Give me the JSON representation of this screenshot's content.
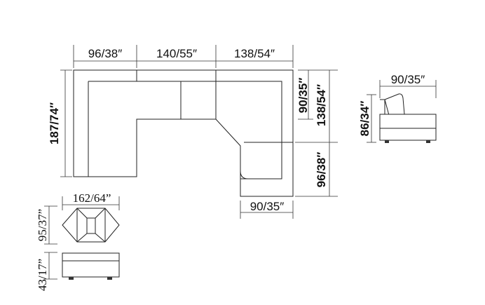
{
  "sectional": {
    "top_dims": [
      "96/38″",
      "140/55″",
      "138/54″"
    ],
    "left_dim": "187/74″",
    "right_dims": [
      "90/35″",
      "138/54″",
      "96/38″"
    ],
    "bottom_dim": "90/35″"
  },
  "chair": {
    "width_dim": "90/35″",
    "height_dim": "86/34″"
  },
  "ottoman": {
    "width_dim": "162/64”",
    "depth_dim": "95/37”",
    "height_dim": "43/17”"
  }
}
